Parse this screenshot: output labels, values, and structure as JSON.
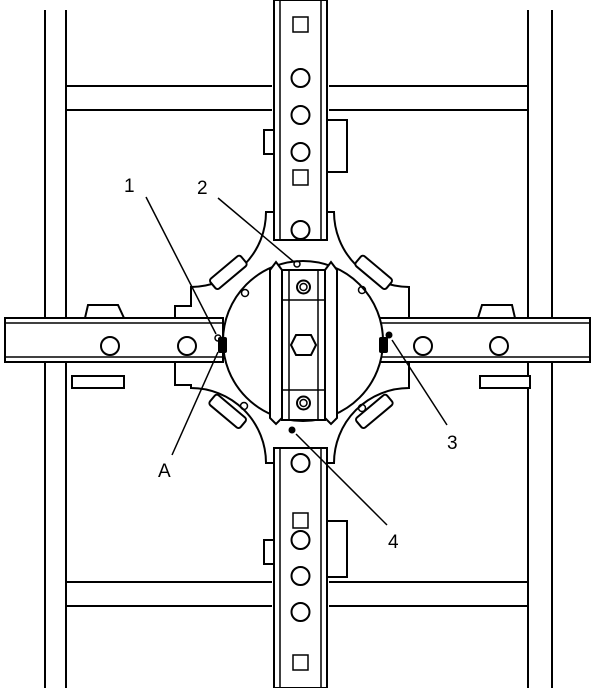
{
  "callouts": [
    {
      "id": "1",
      "label": "1"
    },
    {
      "id": "2",
      "label": "2"
    },
    {
      "id": "3",
      "label": "3"
    },
    {
      "id": "4",
      "label": "4"
    },
    {
      "id": "A",
      "label": "A"
    }
  ]
}
